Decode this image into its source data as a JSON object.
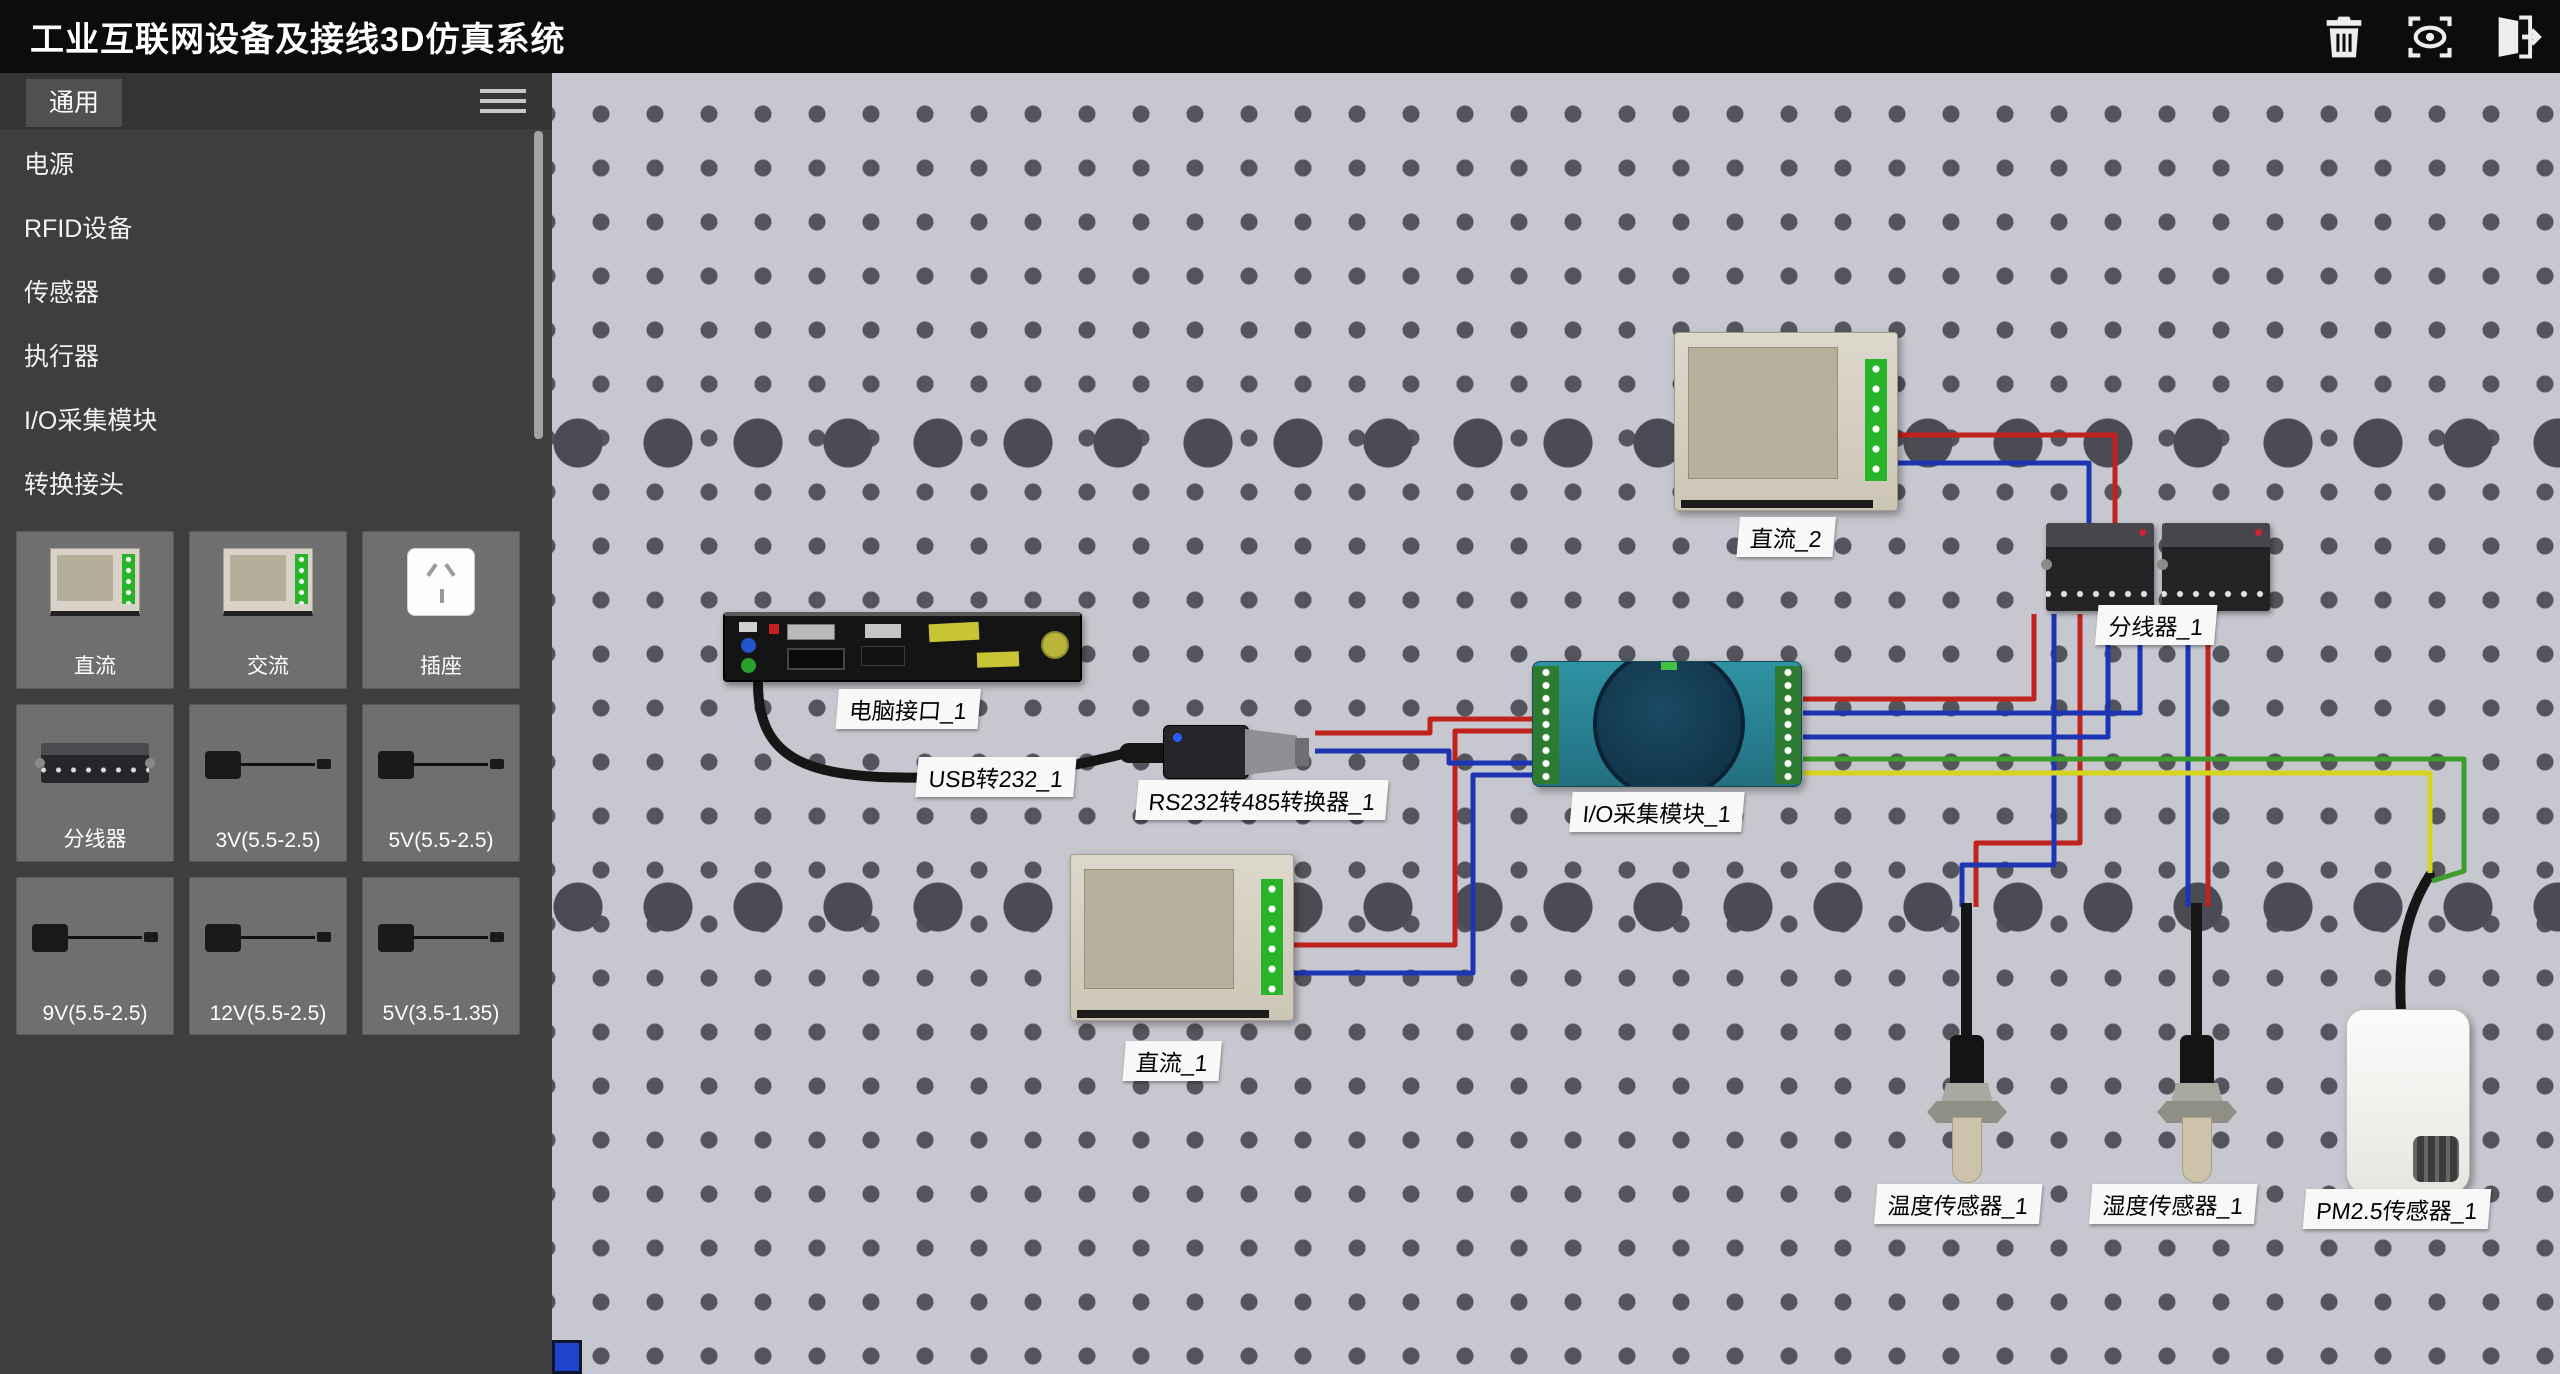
{
  "app": {
    "title": "工业互联网设备及接线3D仿真系统"
  },
  "topbar": {
    "icons": [
      {
        "name": "trash-icon"
      },
      {
        "name": "preview-icon"
      },
      {
        "name": "exit-icon"
      }
    ]
  },
  "sidebar": {
    "tab_label": "通用",
    "categories": [
      {
        "label": "电源"
      },
      {
        "label": "RFID设备"
      },
      {
        "label": "传感器"
      },
      {
        "label": "执行器"
      },
      {
        "label": "I/O采集模块"
      },
      {
        "label": "转换接头"
      }
    ],
    "tiles": [
      {
        "label": "直流"
      },
      {
        "label": "交流"
      },
      {
        "label": "插座"
      },
      {
        "label": "分线器"
      },
      {
        "label": "3V(5.5-2.5)"
      },
      {
        "label": "5V(5.5-2.5)"
      },
      {
        "label": "9V(5.5-2.5)"
      },
      {
        "label": "12V(5.5-2.5)"
      },
      {
        "label": "5V(3.5-1.35)"
      }
    ]
  },
  "canvas": {
    "device_labels": {
      "pc": "电脑接口_1",
      "usb232": "USB转232_1",
      "rs485": "RS232转485转换器_1",
      "io": "I/O采集模块_1",
      "dc2": "直流_2",
      "splitter": "分线器_1",
      "dc1": "直流_1",
      "temp": "温度传感器_1",
      "humid": "湿度传感器_1",
      "pm25": "PM2.5传感器_1"
    },
    "wire_colors": {
      "red": "#c2221c",
      "blue": "#1c35b5",
      "green": "#3f9d2a",
      "yellow": "#d6d41f",
      "black": "#161616"
    }
  }
}
